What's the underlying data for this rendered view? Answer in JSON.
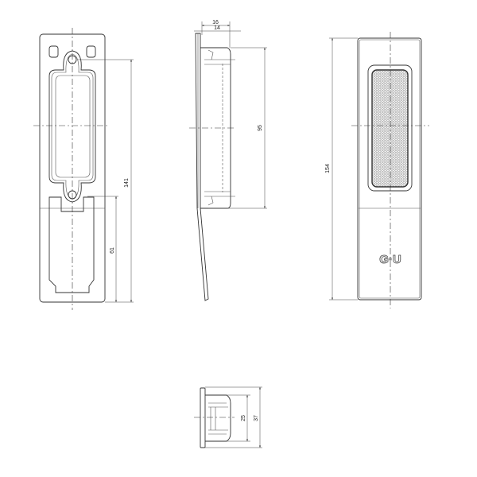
{
  "drawing": {
    "front_view": {
      "dim_height_total": "141",
      "dim_lower": "61"
    },
    "side_view": {
      "dim_depth_outer": "16",
      "dim_depth_inner": "14",
      "dim_recess_height": "95"
    },
    "back_view": {
      "dim_height_total": "154",
      "logo": "G-U"
    },
    "bottom_view": {
      "dim_inner": "25",
      "dim_outer": "37"
    }
  }
}
